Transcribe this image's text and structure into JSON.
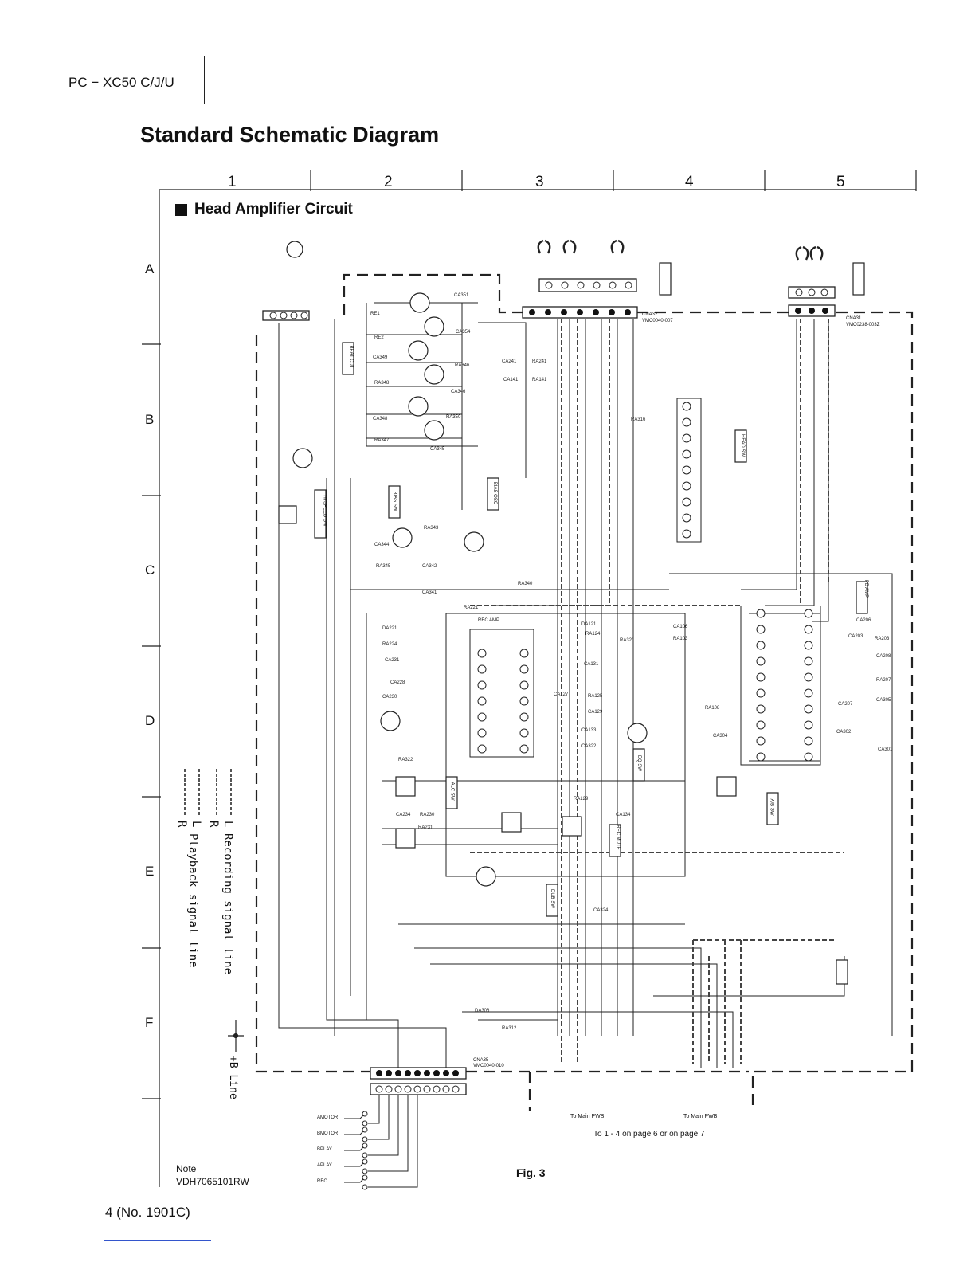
{
  "header": {
    "model": "PC − XC50 C/J/U",
    "title": "Standard Schematic Diagram"
  },
  "grid": {
    "columns": [
      "1",
      "2",
      "3",
      "4",
      "5"
    ],
    "rows": [
      "A",
      "B",
      "C",
      "D",
      "E",
      "F"
    ]
  },
  "section": {
    "title": "Head Amplifier Circuit"
  },
  "legend": {
    "recording": "Recording signal line",
    "playback": "Playback signal line",
    "plus_b": "+B Line",
    "l": "L",
    "r": "R"
  },
  "connectors": {
    "cna32": "CNA32",
    "cna32_part": "VMC0040-007",
    "cna31": "CNA31",
    "cna31_part": "VMC0238-003Z",
    "cna35": "CNA35",
    "cna35_part": "VMC0040-010"
  },
  "ic_labels": {
    "rec_amp": "REC AMP",
    "pb_amp": "PB AMP",
    "head_sw": "HEAD SW",
    "bias_osc": "BIAS OSC",
    "bias_sw": "BIAS SW",
    "eq_sw": "EQ SW",
    "alc_sw": "ALC SW",
    "ab_sw": "A/B SW",
    "dub_sw": "DUB SW",
    "rec_mute": "REC MUTE",
    "hi_speed_sw": "HI SPEED SW",
    "beat_cut": "BEAT CUT"
  },
  "switch_labels": [
    "AMOTOR",
    "BMOTOR",
    "BPLAY",
    "APLAY",
    "REC"
  ],
  "footer": {
    "to_main_1": "To Main PWB",
    "to_main_2": "To Main PWB",
    "page_ref": "To 1 - 4 on page 6 or on page 7",
    "note": "Note",
    "note_code": "VDH7065101RW",
    "fig": "Fig. 3",
    "page_number": "4 (No. 1901C)"
  }
}
